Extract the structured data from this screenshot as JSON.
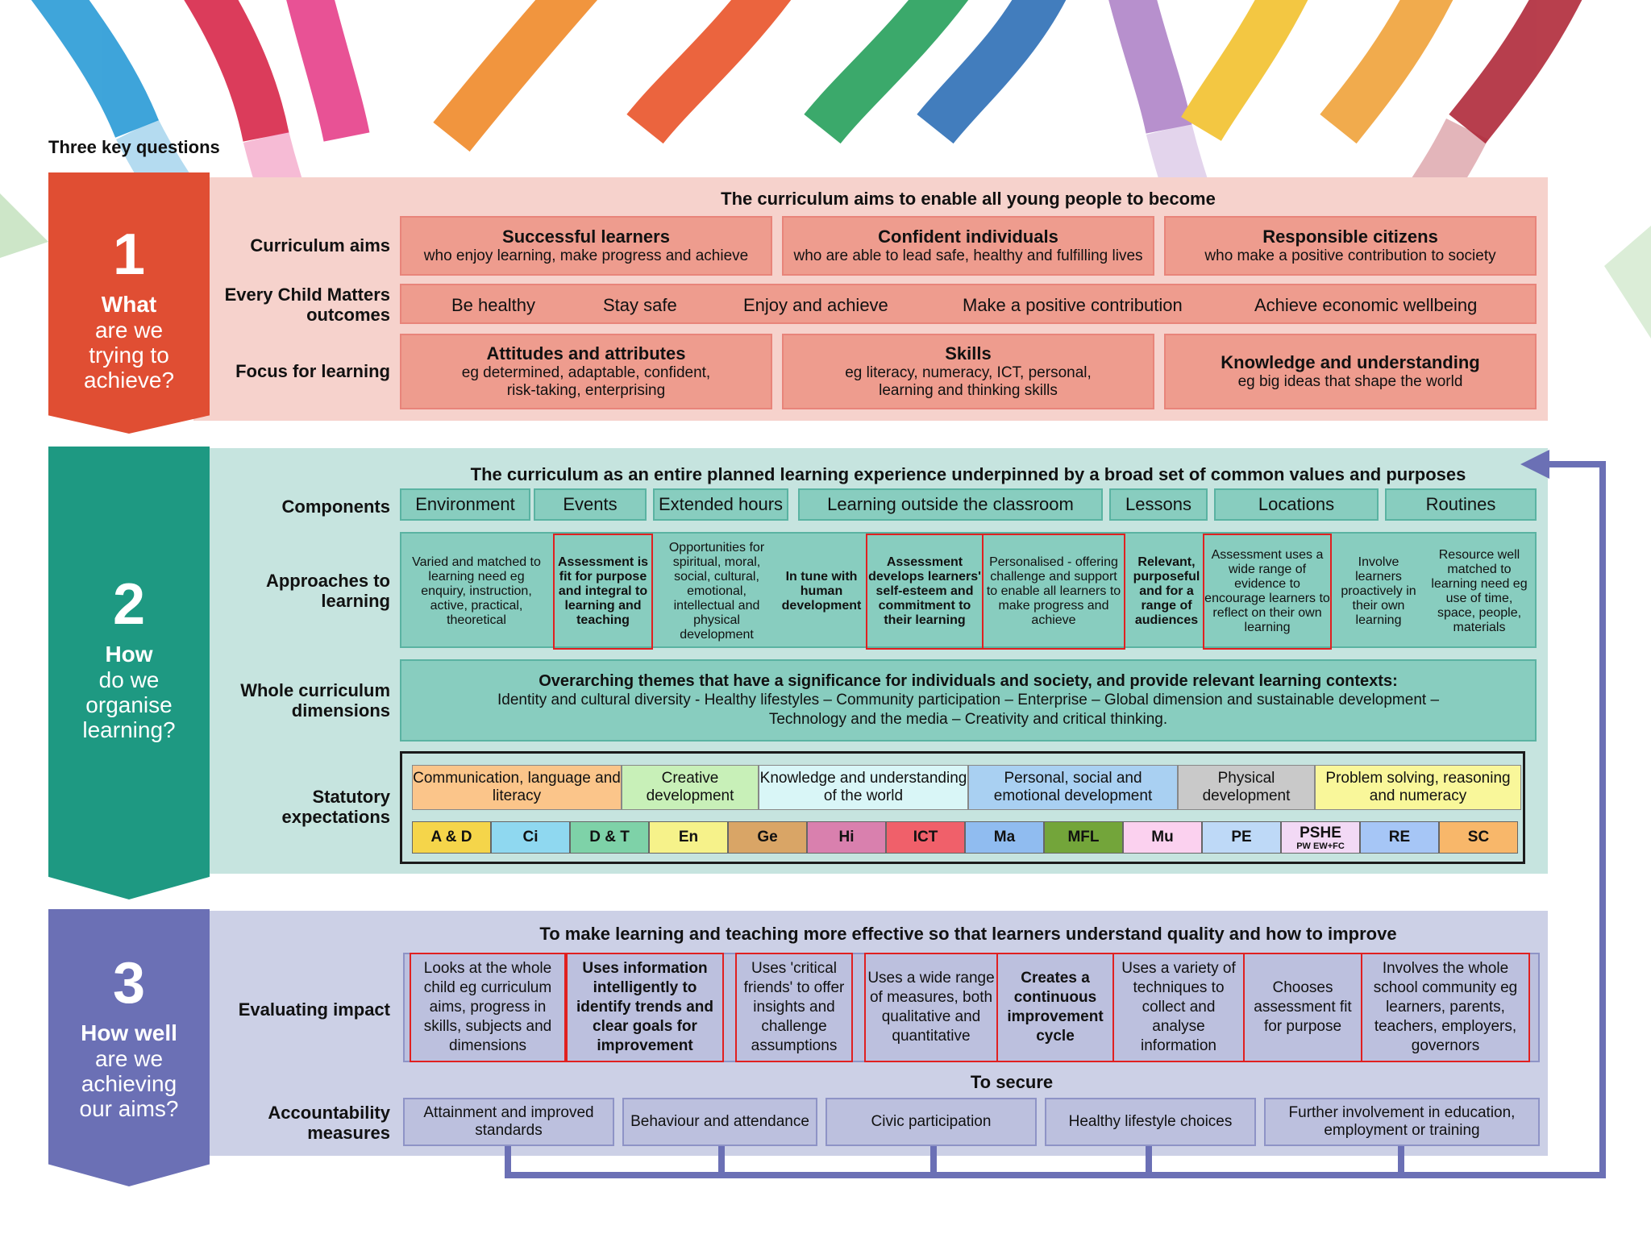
{
  "page_title": "Three key questions",
  "questions": [
    {
      "number": "1",
      "bold": "What",
      "rest": "are we trying to achieve?"
    },
    {
      "number": "2",
      "bold": "How",
      "rest": "do we organise learning?"
    },
    {
      "number": "3",
      "bold": "How well",
      "rest": "are we achieving our aims?"
    }
  ],
  "section1": {
    "heading": "The curriculum aims to enable all young people to become",
    "labels": {
      "aims": "Curriculum aims",
      "ecm": "Every Child Matters outcomes",
      "focus": "Focus for learning"
    },
    "aims": [
      {
        "title": "Successful learners",
        "sub": "who enjoy learning, make progress and achieve"
      },
      {
        "title": "Confident individuals",
        "sub": "who are able to lead safe, healthy and fulfilling lives"
      },
      {
        "title": "Responsible citizens",
        "sub": "who make a positive contribution to society"
      }
    ],
    "ecm_outcomes": [
      "Be healthy",
      "Stay safe",
      "Enjoy and achieve",
      "Make a positive contribution",
      "Achieve economic wellbeing"
    ],
    "focus": [
      {
        "title": "Attitudes and attributes",
        "sub": "eg determined, adaptable, confident, risk-taking, enterprising"
      },
      {
        "title": "Skills",
        "sub": "eg literacy, numeracy, ICT, personal, learning and thinking skills"
      },
      {
        "title": "Knowledge and understanding",
        "sub": "eg big ideas that shape the world"
      }
    ]
  },
  "section2": {
    "heading": "The curriculum as an entire planned learning experience underpinned by a broad set of common values and purposes",
    "labels": {
      "components": "Components",
      "approaches": "Approaches to learning",
      "dimensions": "Whole curriculum dimensions",
      "statutory": "Statutory expectations"
    },
    "components": [
      "Environment",
      "Events",
      "Extended hours",
      "Learning outside the classroom",
      "Lessons",
      "Locations",
      "Routines"
    ],
    "approaches": [
      "Varied and matched to learning need eg enquiry, instruction, active, practical, theoretical",
      "Assessment is fit for purpose and integral to learning and teaching",
      "Opportunities for spiritual, moral, social, cultural, emotional, intellectual and physical development",
      "In tune with human development",
      "Assessment develops learners' self-esteem and commitment to their learning",
      "Personalised - offering challenge and support to enable all learners to make progress and achieve",
      "Relevant, purposeful and for a range of audiences",
      "Assessment uses a wide range of evidence to encourage learners to reflect on their own learning",
      "Involve learners proactively in their own learning",
      "Resource well matched to learning need eg use of time, space, people, materials"
    ],
    "dimensions_title": "Overarching themes that have a significance for individuals and society, and provide relevant learning contexts:",
    "dimensions_line1": "Identity and cultural diversity - Healthy lifestyles – Community participation – Enterprise  – Global dimension and sustainable development –",
    "dimensions_line2": "Technology and the media – Creativity and critical thinking.",
    "areas": [
      "Communication, language and literacy",
      "Creative development",
      "Knowledge and understanding of the world",
      "Personal, social and emotional development",
      "Physical development",
      "Problem solving, reasoning and numeracy"
    ],
    "subjects": [
      "A & D",
      "Ci",
      "D & T",
      "En",
      "Ge",
      "Hi",
      "ICT",
      "Ma",
      "MFL",
      "Mu",
      "PE",
      "PSHE",
      "RE",
      "SC"
    ],
    "pshe_sub": "PW EW+FC"
  },
  "section3": {
    "heading": "To make learning and teaching more effective so that learners understand quality and how to improve",
    "labels": {
      "evaluating": "Evaluating impact",
      "accountability": "Accountability measures"
    },
    "to_secure": "To secure",
    "evaluating": [
      "Looks at the whole child eg curriculum aims, progress in skills, subjects and dimensions",
      "Uses information intelligently to identify trends and clear goals for improvement",
      "Uses 'critical friends' to offer insights and challenge assumptions",
      "Uses a wide range of measures, both qualitative and quantitative",
      "Creates a continuous improvement cycle",
      "Uses a variety of techniques to collect and analyse information",
      "Chooses assessment fit for purpose",
      "Involves the whole school community eg learners, parents, teachers, employers, governors"
    ],
    "accountability": [
      "Attainment and improved standards",
      "Behaviour and attendance",
      "Civic participation",
      "Healthy lifestyle choices",
      "Further involvement in education, employment or training"
    ]
  },
  "colors": {
    "q1": "#e04e33",
    "q2": "#1e9982",
    "q3": "#6b70b5",
    "loop_arrow": "#6b70b5",
    "highlight": "#e02020"
  }
}
